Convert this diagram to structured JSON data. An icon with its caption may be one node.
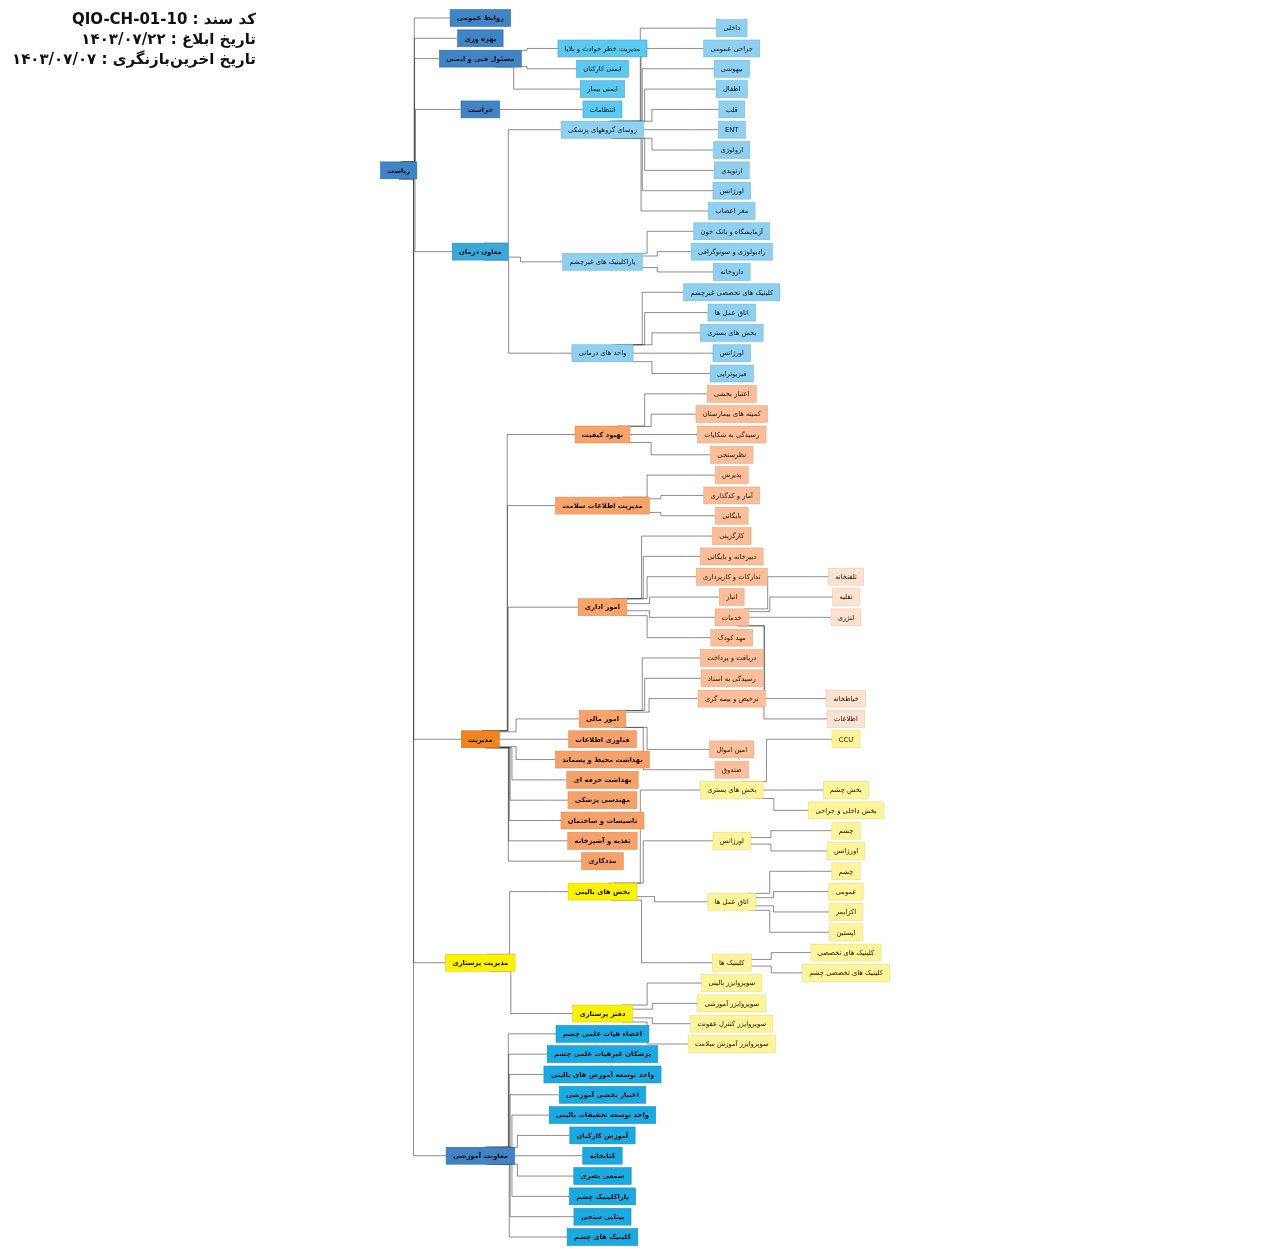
{
  "diagram": {
    "nodes": [
      {
        "text": [
          "ریاست"
        ]
      },
      {
        "text": [
          "روابط عمومی"
        ]
      },
      {
        "text": [
          "بهره وری"
        ]
      },
      {
        "text": [
          "مسئول فنی و ایمنی"
        ]
      },
      {
        "text": [
          "حراست"
        ]
      },
      {
        "text": [
          "مدیریت خطر حوادث و بلایا"
        ]
      },
      {
        "text": [
          "ایمنی کارکنان"
        ]
      },
      {
        "text": [
          "ایمنی بیمار"
        ]
      },
      {
        "text": [
          "انتظامات"
        ]
      },
      {
        "text": [
          "معاون درمان"
        ]
      },
      {
        "text": [
          "مدیریت"
        ]
      },
      {
        "text": [
          "مدیریت پرستاری"
        ]
      },
      {
        "text": [
          "معاونت آموزشی"
        ]
      },
      {
        "text": [
          "روسای گروههای پزشکی"
        ]
      },
      {
        "text": [
          "پاراکلینیک های غیرچشم"
        ]
      },
      {
        "text": [
          "واحد های درمانی"
        ]
      },
      {
        "text": [
          "داخلی"
        ]
      },
      {
        "text": [
          "جراحی عمومی"
        ]
      },
      {
        "text": [
          "بیهوشی"
        ]
      },
      {
        "text": [
          "اطفال"
        ]
      },
      {
        "text": [
          "قلب"
        ]
      },
      {
        "text": [
          "ENT"
        ]
      },
      {
        "text": [
          "ارولوژی"
        ]
      },
      {
        "text": [
          "ارتوپدی"
        ]
      },
      {
        "text": [
          "اورژانس"
        ]
      },
      {
        "text": [
          "مغز اعصاب"
        ]
      },
      {
        "text": [
          "آزمایشگاه و بانک خون"
        ]
      },
      {
        "text": [
          "رادیولوژی و سونوگرافی"
        ]
      },
      {
        "text": [
          "داروخانه"
        ]
      },
      {
        "text": [
          "کلینیک های تخصصی غیرچشم"
        ]
      },
      {
        "text": [
          "اتاق عمل ها"
        ]
      },
      {
        "text": [
          "بخش های بستری"
        ]
      },
      {
        "text": [
          "اورژانس"
        ]
      },
      {
        "text": [
          "فیزیوتراپی"
        ]
      },
      {
        "text": [
          "بهبود کیفیت"
        ]
      },
      {
        "text": [
          "مدیریت اطلاعات سلامت"
        ]
      },
      {
        "text": [
          "امور اداری"
        ]
      },
      {
        "text": [
          "امور مالی"
        ]
      },
      {
        "text": [
          "فناوری اطلاعات"
        ]
      },
      {
        "text": [
          "بهداشت محیط و پسماند"
        ]
      },
      {
        "text": [
          "بهداشت حرفه ای"
        ]
      },
      {
        "text": [
          "مهندسی پزشکی"
        ]
      },
      {
        "text": [
          "تاسیسات و ساختمان"
        ]
      },
      {
        "text": [
          "تغذیه و آشپزخانه"
        ]
      },
      {
        "text": [
          "مددکاری"
        ]
      },
      {
        "text": [
          "اعتبار بخشی"
        ]
      },
      {
        "text": [
          "کمیته های بیمارستان"
        ]
      },
      {
        "text": [
          "رسیدگی به شکایات"
        ]
      },
      {
        "text": [
          "نظرسنجی"
        ]
      },
      {
        "text": [
          "پذیرش"
        ]
      },
      {
        "text": [
          "آمار و کدگذاری"
        ]
      },
      {
        "text": [
          "بایگانی"
        ]
      },
      {
        "text": [
          "کارگزینی"
        ]
      },
      {
        "text": [
          "دبیرخانه و بایگانی"
        ]
      },
      {
        "text": [
          "تدارکات و کارپردازی"
        ]
      },
      {
        "text": [
          "انبار"
        ]
      },
      {
        "text": [
          "خدمات"
        ]
      },
      {
        "text": [
          "مهد کودک"
        ]
      },
      {
        "text": [
          "تلفنخانه"
        ]
      },
      {
        "text": [
          "نقلیه"
        ]
      },
      {
        "text": [
          "لنژری"
        ]
      },
      {
        "text": [
          "خیاطخانه"
        ]
      },
      {
        "text": [
          "اطلاعات"
        ]
      },
      {
        "text": [
          "دریافت و پرداخت"
        ]
      },
      {
        "text": [
          "رسیدگی به اسناد"
        ]
      },
      {
        "text": [
          "ترخیص و بیمه گری"
        ]
      },
      {
        "text": [
          "امین اموال"
        ]
      },
      {
        "text": [
          "صندوق"
        ]
      },
      {
        "text": [
          "بخش های بالینی"
        ]
      },
      {
        "text": [
          "دفتر پرستاری"
        ]
      },
      {
        "text": [
          "بخش های بستری"
        ]
      },
      {
        "text": [
          "اورژانس"
        ]
      },
      {
        "text": [
          "اتاق عمل ها"
        ]
      },
      {
        "text": [
          "کلینیک ها"
        ]
      },
      {
        "text": [
          "CCU"
        ]
      },
      {
        "text": [
          "بخش چشم"
        ]
      },
      {
        "text": [
          "بخش داخلی و جراحی"
        ]
      },
      {
        "text": [
          "چشم"
        ]
      },
      {
        "text": [
          "اورژانس"
        ]
      },
      {
        "text": [
          "چشم"
        ]
      },
      {
        "text": [
          "عمومی"
        ]
      },
      {
        "text": [
          "اکزایمر"
        ]
      },
      {
        "text": [
          "اپستین"
        ]
      },
      {
        "text": [
          "کلینیک های تخصصی"
        ]
      },
      {
        "text": [
          "کلینیک های تخصصی چشم"
        ]
      },
      {
        "text": [
          "سوپروایزر بالینی"
        ]
      },
      {
        "text": [
          "سوپروایزر آموزشی"
        ]
      },
      {
        "text": [
          "سوپروایزر کنترل عفونت"
        ]
      },
      {
        "text": [
          "سوپروایزر آموزش سلامت"
        ]
      },
      {
        "text": [
          "اعضاء هیات علمی چشم"
        ]
      },
      {
        "text": [
          "پزشکان غیرهیات علمی چشم"
        ]
      },
      {
        "text": [
          "واحد توسعه آموزش های بالینی"
        ]
      },
      {
        "text": [
          "اعتبار بخشی آموزشی"
        ]
      },
      {
        "text": [
          "واحد توسعه تحقیقات بالینی"
        ]
      },
      {
        "text": [
          "آموزش کارکنان"
        ]
      },
      {
        "text": [
          "کتابخانه"
        ]
      },
      {
        "text": [
          "سمعی بصری"
        ]
      },
      {
        "text": [
          "پاراکلینیک چشم"
        ]
      },
      {
        "text": [
          "بینایی سنجی"
        ]
      },
      {
        "text": [
          "کلینیک های چشم"
        ]
      }
    ],
    "edges": [
      {
        "from": 0,
        "to": 1,
        "arrow": "none"
      },
      {
        "from": 0,
        "to": 2,
        "arrow": "none"
      },
      {
        "from": 0,
        "to": 3,
        "arrow": "none"
      },
      {
        "from": 0,
        "to": 4,
        "arrow": "none"
      },
      {
        "from": 3,
        "to": 5,
        "arrow": "none"
      },
      {
        "from": 3,
        "to": 6,
        "arrow": "none"
      },
      {
        "from": 3,
        "to": 7,
        "arrow": "none"
      },
      {
        "from": 4,
        "to": 8,
        "arrow": "none"
      },
      {
        "from": 0,
        "to": 9,
        "arrow": "none"
      },
      {
        "from": 0,
        "to": 10,
        "arrow": "none"
      },
      {
        "from": 0,
        "to": 11,
        "arrow": "none"
      },
      {
        "from": 0,
        "to": 12,
        "arrow": "none"
      },
      {
        "from": 9,
        "to": 13,
        "arrow": "none"
      },
      {
        "from": 9,
        "to": 14,
        "arrow": "none"
      },
      {
        "from": 9,
        "to": 15,
        "arrow": "none"
      },
      {
        "from": 13,
        "to": 16,
        "arrow": "none"
      },
      {
        "from": 13,
        "to": 17,
        "arrow": "none"
      },
      {
        "from": 13,
        "to": 18,
        "arrow": "none"
      },
      {
        "from": 13,
        "to": 19,
        "arrow": "none"
      },
      {
        "from": 13,
        "to": 20,
        "arrow": "none"
      },
      {
        "from": 13,
        "to": 21,
        "arrow": "none"
      },
      {
        "from": 13,
        "to": 22,
        "arrow": "none"
      },
      {
        "from": 13,
        "to": 23,
        "arrow": "none"
      },
      {
        "from": 13,
        "to": 24,
        "arrow": "none"
      },
      {
        "from": 13,
        "to": 25,
        "arrow": "none"
      },
      {
        "from": 14,
        "to": 26,
        "arrow": "none"
      },
      {
        "from": 14,
        "to": 27,
        "arrow": "none"
      },
      {
        "from": 14,
        "to": 28,
        "arrow": "none"
      },
      {
        "from": 15,
        "to": 29,
        "arrow": "none"
      },
      {
        "from": 15,
        "to": 30,
        "arrow": "none"
      },
      {
        "from": 15,
        "to": 31,
        "arrow": "none"
      },
      {
        "from": 15,
        "to": 32,
        "arrow": "none"
      },
      {
        "from": 15,
        "to": 33,
        "arrow": "none"
      },
      {
        "from": 10,
        "to": 34,
        "arrow": "none"
      },
      {
        "from": 10,
        "to": 35,
        "arrow": "none"
      },
      {
        "from": 10,
        "to": 36,
        "arrow": "none"
      },
      {
        "from": 10,
        "to": 37,
        "arrow": "none"
      },
      {
        "from": 10,
        "to": 38,
        "arrow": "none"
      },
      {
        "from": 10,
        "to": 39,
        "arrow": "none"
      },
      {
        "from": 10,
        "to": 40,
        "arrow": "none"
      },
      {
        "from": 10,
        "to": 41,
        "arrow": "none"
      },
      {
        "from": 10,
        "to": 42,
        "arrow": "none"
      },
      {
        "from": 10,
        "to": 43,
        "arrow": "none"
      },
      {
        "from": 10,
        "to": 44,
        "arrow": "none"
      },
      {
        "from": 34,
        "to": 45,
        "arrow": "none"
      },
      {
        "from": 34,
        "to": 46,
        "arrow": "none"
      },
      {
        "from": 34,
        "to": 47,
        "arrow": "none"
      },
      {
        "from": 34,
        "to": 48,
        "arrow": "none"
      },
      {
        "from": 35,
        "to": 49,
        "arrow": "none"
      },
      {
        "from": 35,
        "to": 50,
        "arrow": "none"
      },
      {
        "from": 35,
        "to": 51,
        "arrow": "none"
      },
      {
        "from": 36,
        "to": 52,
        "arrow": "none"
      },
      {
        "from": 36,
        "to": 53,
        "arrow": "none"
      },
      {
        "from": 36,
        "to": 54,
        "arrow": "none"
      },
      {
        "from": 36,
        "to": 55,
        "arrow": "none"
      },
      {
        "from": 36,
        "to": 56,
        "arrow": "none"
      },
      {
        "from": 36,
        "to": 57,
        "arrow": "none"
      },
      {
        "from": 56,
        "to": 58,
        "arrow": "none"
      },
      {
        "from": 56,
        "to": 59,
        "arrow": "none"
      },
      {
        "from": 56,
        "to": 60,
        "arrow": "none"
      },
      {
        "from": 56,
        "to": 61,
        "arrow": "none"
      },
      {
        "from": 56,
        "to": 62,
        "arrow": "none"
      },
      {
        "from": 37,
        "to": 63,
        "arrow": "none"
      },
      {
        "from": 37,
        "to": 64,
        "arrow": "none"
      },
      {
        "from": 37,
        "to": 65,
        "arrow": "none"
      },
      {
        "from": 37,
        "to": 66,
        "arrow": "none"
      },
      {
        "from": 37,
        "to": 67,
        "arrow": "none"
      },
      {
        "from": 11,
        "to": 68,
        "arrow": "none"
      },
      {
        "from": 11,
        "to": 69,
        "arrow": "none"
      },
      {
        "from": 68,
        "to": 70,
        "arrow": "none"
      },
      {
        "from": 68,
        "to": 71,
        "arrow": "none"
      },
      {
        "from": 68,
        "to": 72,
        "arrow": "none"
      },
      {
        "from": 68,
        "to": 73,
        "arrow": "none"
      },
      {
        "from": 70,
        "to": 74,
        "arrow": "none"
      },
      {
        "from": 70,
        "to": 75,
        "arrow": "none"
      },
      {
        "from": 70,
        "to": 76,
        "arrow": "none"
      },
      {
        "from": 71,
        "to": 77,
        "arrow": "none"
      },
      {
        "from": 71,
        "to": 78,
        "arrow": "none"
      },
      {
        "from": 72,
        "to": 79,
        "arrow": "none"
      },
      {
        "from": 72,
        "to": 80,
        "arrow": "none"
      },
      {
        "from": 72,
        "to": 81,
        "arrow": "none"
      },
      {
        "from": 72,
        "to": 82,
        "arrow": "none"
      },
      {
        "from": 73,
        "to": 83,
        "arrow": "none"
      },
      {
        "from": 73,
        "to": 84,
        "arrow": "none"
      },
      {
        "from": 69,
        "to": 85,
        "arrow": "none"
      },
      {
        "from": 69,
        "to": 86,
        "arrow": "none"
      },
      {
        "from": 69,
        "to": 87,
        "arrow": "none"
      },
      {
        "from": 69,
        "to": 88,
        "arrow": "none"
      },
      {
        "from": 12,
        "to": 89,
        "arrow": "none"
      },
      {
        "from": 12,
        "to": 90,
        "arrow": "none"
      },
      {
        "from": 12,
        "to": 91,
        "arrow": "none"
      },
      {
        "from": 12,
        "to": 92,
        "arrow": "none"
      },
      {
        "from": 12,
        "to": 93,
        "arrow": "none"
      },
      {
        "from": 12,
        "to": 94,
        "arrow": "none"
      },
      {
        "from": 12,
        "to": 95,
        "arrow": "none"
      },
      {
        "from": 12,
        "to": 96,
        "arrow": "none"
      },
      {
        "from": 12,
        "to": 97,
        "arrow": "none"
      },
      {
        "from": 12,
        "to": 98,
        "arrow": "none"
      },
      {
        "from": 12,
        "to": 99,
        "arrow": "none"
      }
    ],
    "labels": [
      "کد سند : QIO-CH-01-10",
      "تاریخ ابلاغ : ۱۴۰۳/۰۷/۲۲",
      "تاریخ اخرین‌بازنگری : ۱۴۰۳/۰۷/۰۷"
    ]
  }
}
